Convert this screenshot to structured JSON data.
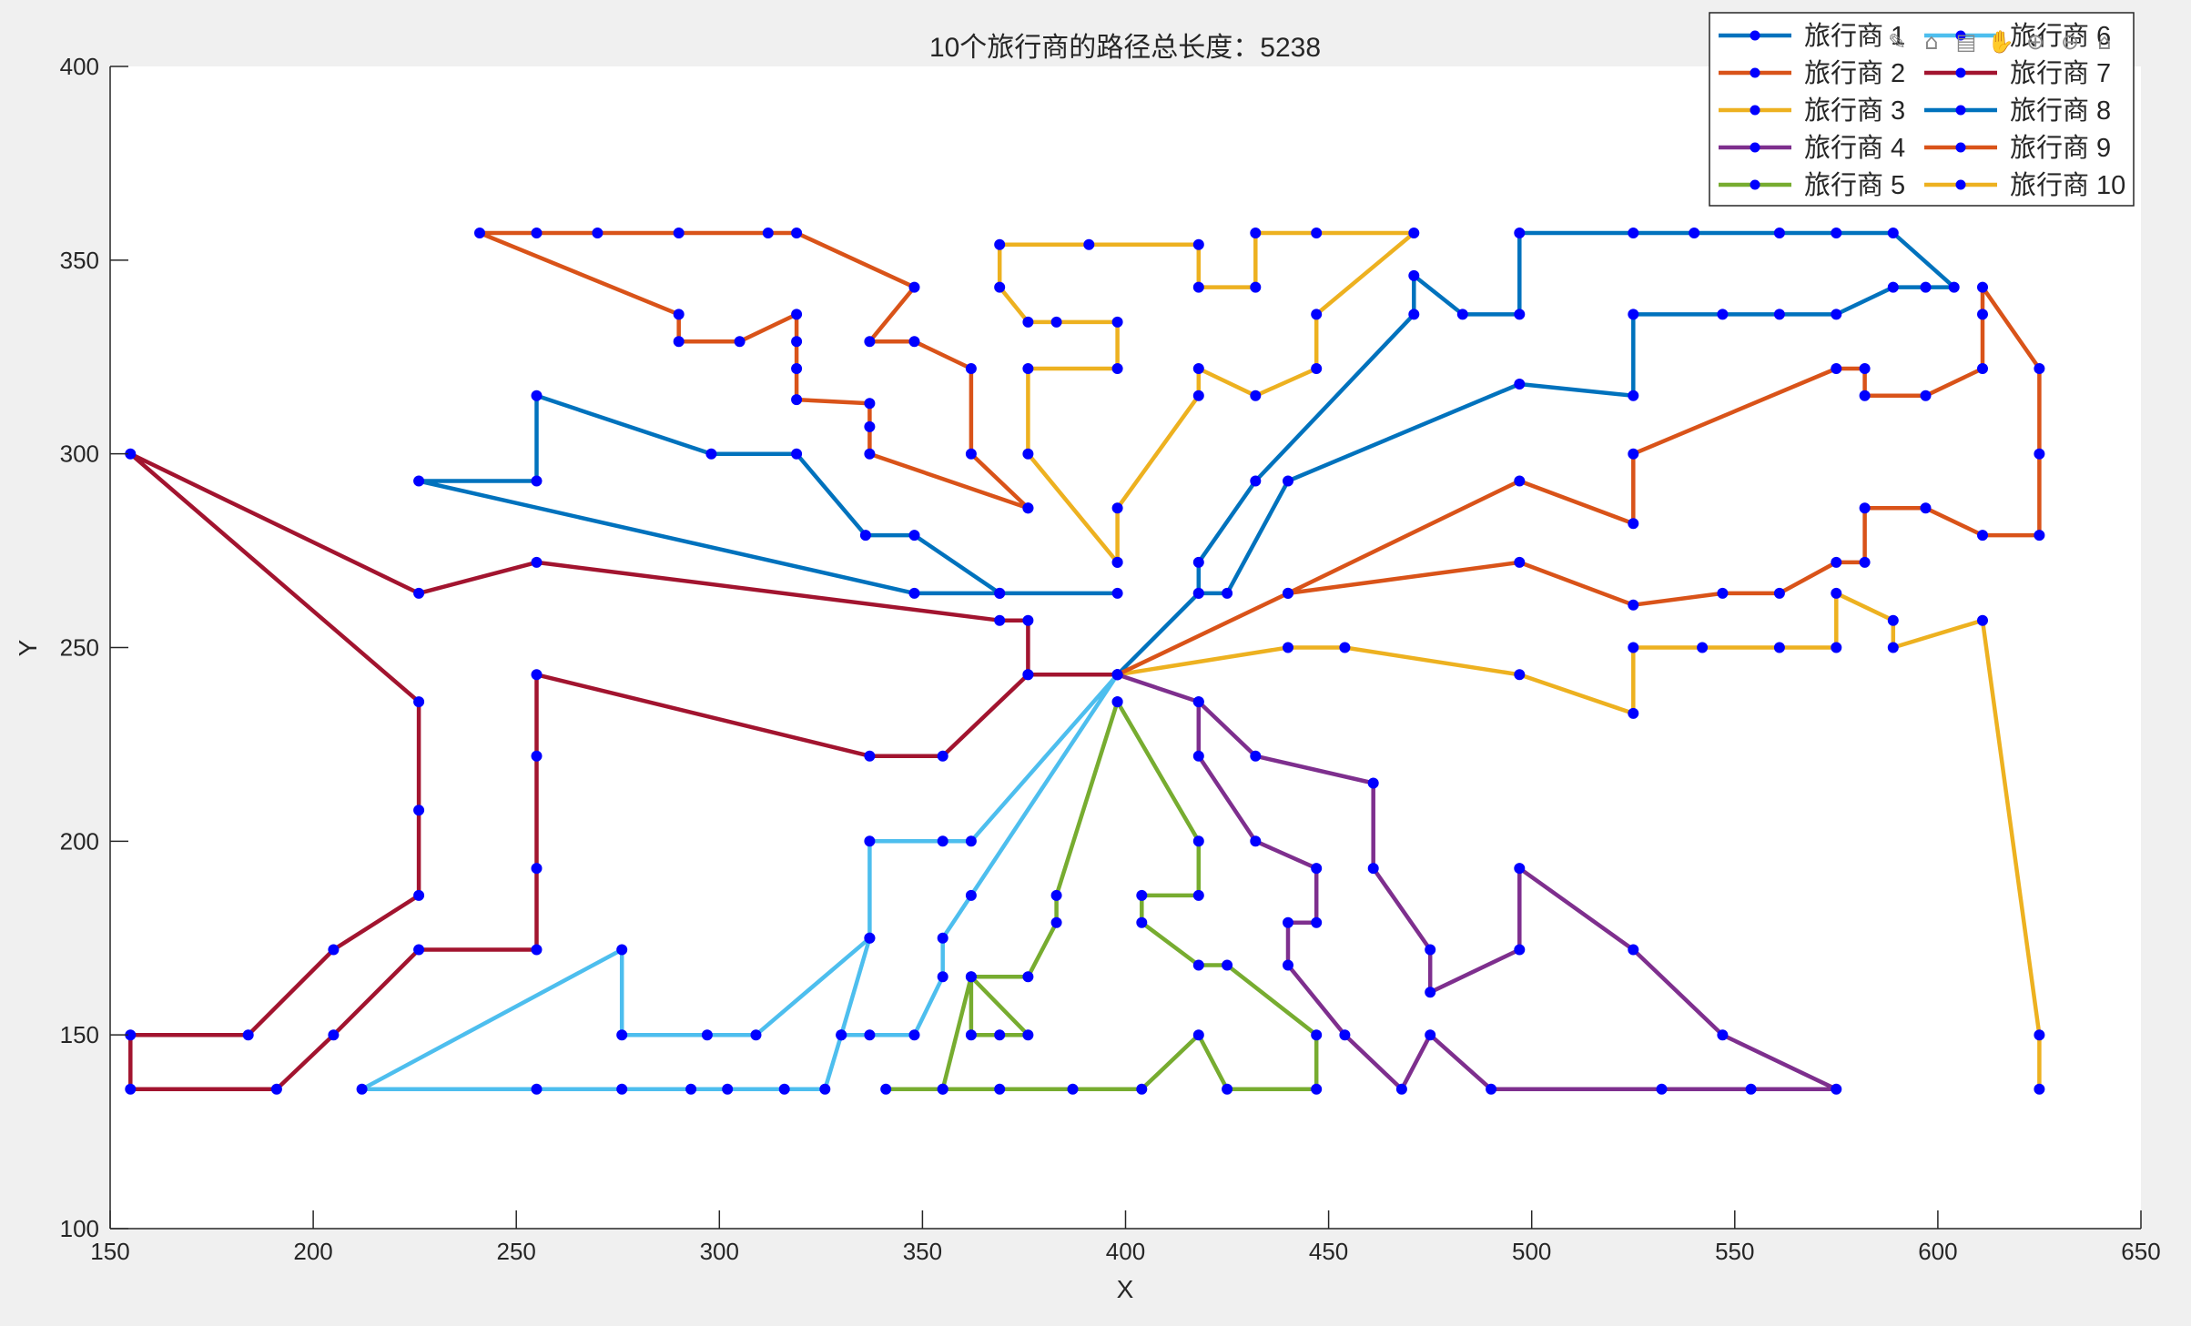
{
  "colors": {
    "figure_bg": "#f0f0f0",
    "axes_bg": "#ffffff",
    "marker": "#0000ff"
  },
  "toolbar": {
    "items": [
      {
        "name": "edit-icon",
        "glyph": "✎"
      },
      {
        "name": "brush-icon",
        "glyph": "⌂"
      },
      {
        "name": "data-tip-icon",
        "glyph": "▤"
      },
      {
        "name": "pan-icon",
        "glyph": "✋"
      },
      {
        "name": "zoom-in-icon",
        "glyph": "⊕"
      },
      {
        "name": "zoom-out-icon",
        "glyph": "⊖"
      },
      {
        "name": "home-icon",
        "glyph": "⌂"
      }
    ]
  },
  "chart_data": {
    "type": "line",
    "title": "10个旅行商的路径总长度：5238",
    "xlabel": "X",
    "ylabel": "Y",
    "xlim": [
      150,
      650
    ],
    "ylim": [
      100,
      400
    ],
    "xticks": [
      150,
      200,
      250,
      300,
      350,
      400,
      450,
      500,
      550,
      600,
      650
    ],
    "yticks": [
      100,
      150,
      200,
      250,
      300,
      350,
      400
    ],
    "grid": false,
    "legend_position": "top-right",
    "series": [
      {
        "name": "旅行商 1",
        "color": "#0072BD",
        "points": [
          [
            398,
            264
          ],
          [
            369,
            264
          ],
          [
            348,
            264
          ],
          [
            226,
            293
          ],
          [
            255,
            293
          ],
          [
            255,
            315
          ],
          [
            298,
            300
          ],
          [
            319,
            300
          ],
          [
            336,
            279
          ],
          [
            348,
            279
          ],
          [
            369,
            264
          ]
        ]
      },
      {
        "name": "旅行商 2",
        "color": "#D95319",
        "points": [
          [
            376,
            286
          ],
          [
            337,
            300
          ],
          [
            337,
            307
          ],
          [
            337,
            313
          ],
          [
            319,
            314
          ],
          [
            319,
            322
          ],
          [
            319,
            329
          ],
          [
            319,
            336
          ],
          [
            305,
            329
          ],
          [
            290,
            329
          ],
          [
            290,
            336
          ],
          [
            241,
            357
          ],
          [
            255,
            357
          ],
          [
            270,
            357
          ],
          [
            290,
            357
          ],
          [
            312,
            357
          ],
          [
            319,
            357
          ],
          [
            348,
            343
          ],
          [
            337,
            329
          ],
          [
            348,
            329
          ],
          [
            362,
            322
          ],
          [
            362,
            300
          ],
          [
            376,
            286
          ]
        ]
      },
      {
        "name": "旅行商 3",
        "color": "#EDB120",
        "points": [
          [
            398,
            243
          ],
          [
            440,
            250
          ],
          [
            454,
            250
          ],
          [
            497,
            243
          ],
          [
            525,
            233
          ],
          [
            525,
            250
          ],
          [
            542,
            250
          ],
          [
            561,
            250
          ],
          [
            575,
            250
          ],
          [
            575,
            264
          ],
          [
            589,
            257
          ],
          [
            589,
            250
          ],
          [
            611,
            257
          ],
          [
            625,
            150
          ],
          [
            625,
            136
          ]
        ]
      },
      {
        "name": "旅行商 4",
        "color": "#7E2F8E",
        "points": [
          [
            398,
            243
          ],
          [
            418,
            236
          ],
          [
            432,
            222
          ],
          [
            461,
            215
          ],
          [
            461,
            193
          ],
          [
            475,
            172
          ],
          [
            475,
            161
          ],
          [
            497,
            172
          ],
          [
            497,
            193
          ],
          [
            525,
            172
          ],
          [
            547,
            150
          ],
          [
            575,
            136
          ],
          [
            532,
            136
          ],
          [
            554,
            136
          ],
          [
            490,
            136
          ],
          [
            475,
            150
          ],
          [
            468,
            136
          ],
          [
            454,
            150
          ],
          [
            440,
            168
          ],
          [
            440,
            179
          ],
          [
            447,
            179
          ],
          [
            447,
            193
          ],
          [
            432,
            200
          ],
          [
            418,
            222
          ],
          [
            418,
            236
          ]
        ]
      },
      {
        "name": "旅行商 5",
        "color": "#77AC30",
        "points": [
          [
            398,
            236
          ],
          [
            383,
            186
          ],
          [
            383,
            179
          ],
          [
            376,
            165
          ],
          [
            362,
            165
          ],
          [
            376,
            150
          ],
          [
            369,
            150
          ],
          [
            362,
            150
          ],
          [
            362,
            165
          ],
          [
            355,
            136
          ],
          [
            341,
            136
          ],
          [
            355,
            136
          ],
          [
            369,
            136
          ],
          [
            387,
            136
          ],
          [
            404,
            136
          ],
          [
            418,
            150
          ],
          [
            425,
            136
          ],
          [
            447,
            136
          ],
          [
            447,
            150
          ],
          [
            425,
            168
          ],
          [
            418,
            168
          ],
          [
            404,
            179
          ],
          [
            404,
            186
          ],
          [
            418,
            186
          ],
          [
            418,
            200
          ],
          [
            398,
            236
          ]
        ]
      },
      {
        "name": "旅行商 6",
        "color": "#4DBEEE",
        "points": [
          [
            398,
            243
          ],
          [
            362,
            200
          ],
          [
            355,
            200
          ],
          [
            337,
            200
          ],
          [
            337,
            175
          ],
          [
            330,
            150
          ],
          [
            326,
            136
          ],
          [
            316,
            136
          ],
          [
            302,
            136
          ],
          [
            293,
            136
          ],
          [
            276,
            136
          ],
          [
            255,
            136
          ],
          [
            212,
            136
          ],
          [
            276,
            172
          ],
          [
            276,
            150
          ],
          [
            297,
            150
          ],
          [
            309,
            150
          ],
          [
            337,
            175
          ],
          [
            330,
            150
          ],
          [
            337,
            150
          ],
          [
            348,
            150
          ],
          [
            355,
            165
          ],
          [
            355,
            175
          ],
          [
            362,
            186
          ],
          [
            398,
            243
          ]
        ]
      },
      {
        "name": "旅行商 7",
        "color": "#A2142F",
        "points": [
          [
            398,
            243
          ],
          [
            376,
            243
          ],
          [
            376,
            257
          ],
          [
            369,
            257
          ],
          [
            255,
            272
          ],
          [
            226,
            264
          ],
          [
            155,
            300
          ],
          [
            226,
            236
          ],
          [
            226,
            208
          ],
          [
            226,
            186
          ],
          [
            205,
            172
          ],
          [
            184,
            150
          ],
          [
            155,
            150
          ],
          [
            155,
            136
          ],
          [
            191,
            136
          ],
          [
            205,
            150
          ],
          [
            226,
            172
          ],
          [
            255,
            172
          ],
          [
            255,
            193
          ],
          [
            255,
            222
          ],
          [
            255,
            243
          ],
          [
            337,
            222
          ],
          [
            355,
            222
          ],
          [
            376,
            243
          ]
        ]
      },
      {
        "name": "旅行商 8",
        "color": "#0072BD",
        "points": [
          [
            398,
            243
          ],
          [
            418,
            264
          ],
          [
            425,
            264
          ],
          [
            440,
            293
          ],
          [
            497,
            318
          ],
          [
            525,
            315
          ],
          [
            525,
            336
          ],
          [
            547,
            336
          ],
          [
            561,
            336
          ],
          [
            575,
            336
          ],
          [
            589,
            343
          ],
          [
            597,
            343
          ],
          [
            604,
            343
          ],
          [
            589,
            357
          ],
          [
            575,
            357
          ],
          [
            561,
            357
          ],
          [
            540,
            357
          ],
          [
            525,
            357
          ],
          [
            497,
            357
          ],
          [
            497,
            336
          ],
          [
            483,
            336
          ],
          [
            471,
            346
          ],
          [
            471,
            336
          ],
          [
            432,
            293
          ],
          [
            418,
            272
          ],
          [
            418,
            264
          ]
        ]
      },
      {
        "name": "旅行商 9",
        "color": "#D95319",
        "points": [
          [
            398,
            243
          ],
          [
            440,
            264
          ],
          [
            497,
            272
          ],
          [
            525,
            261
          ],
          [
            547,
            264
          ],
          [
            561,
            264
          ],
          [
            575,
            272
          ],
          [
            582,
            272
          ],
          [
            582,
            286
          ],
          [
            597,
            286
          ],
          [
            611,
            279
          ],
          [
            625,
            279
          ],
          [
            625,
            300
          ],
          [
            625,
            322
          ],
          [
            611,
            343
          ],
          [
            611,
            336
          ],
          [
            611,
            322
          ],
          [
            597,
            315
          ],
          [
            582,
            315
          ],
          [
            582,
            322
          ],
          [
            575,
            322
          ],
          [
            525,
            300
          ],
          [
            525,
            282
          ],
          [
            497,
            293
          ],
          [
            440,
            264
          ]
        ]
      },
      {
        "name": "旅行商 10",
        "color": "#EDB120",
        "points": [
          [
            398,
            272
          ],
          [
            398,
            286
          ],
          [
            418,
            315
          ],
          [
            418,
            322
          ],
          [
            432,
            315
          ],
          [
            447,
            322
          ],
          [
            447,
            336
          ],
          [
            471,
            357
          ],
          [
            447,
            357
          ],
          [
            432,
            357
          ],
          [
            432,
            343
          ],
          [
            418,
            343
          ],
          [
            418,
            354
          ],
          [
            391,
            354
          ],
          [
            369,
            354
          ],
          [
            369,
            343
          ],
          [
            376,
            334
          ],
          [
            383,
            334
          ],
          [
            398,
            334
          ],
          [
            398,
            322
          ],
          [
            376,
            322
          ],
          [
            376,
            300
          ],
          [
            398,
            272
          ]
        ]
      }
    ]
  }
}
